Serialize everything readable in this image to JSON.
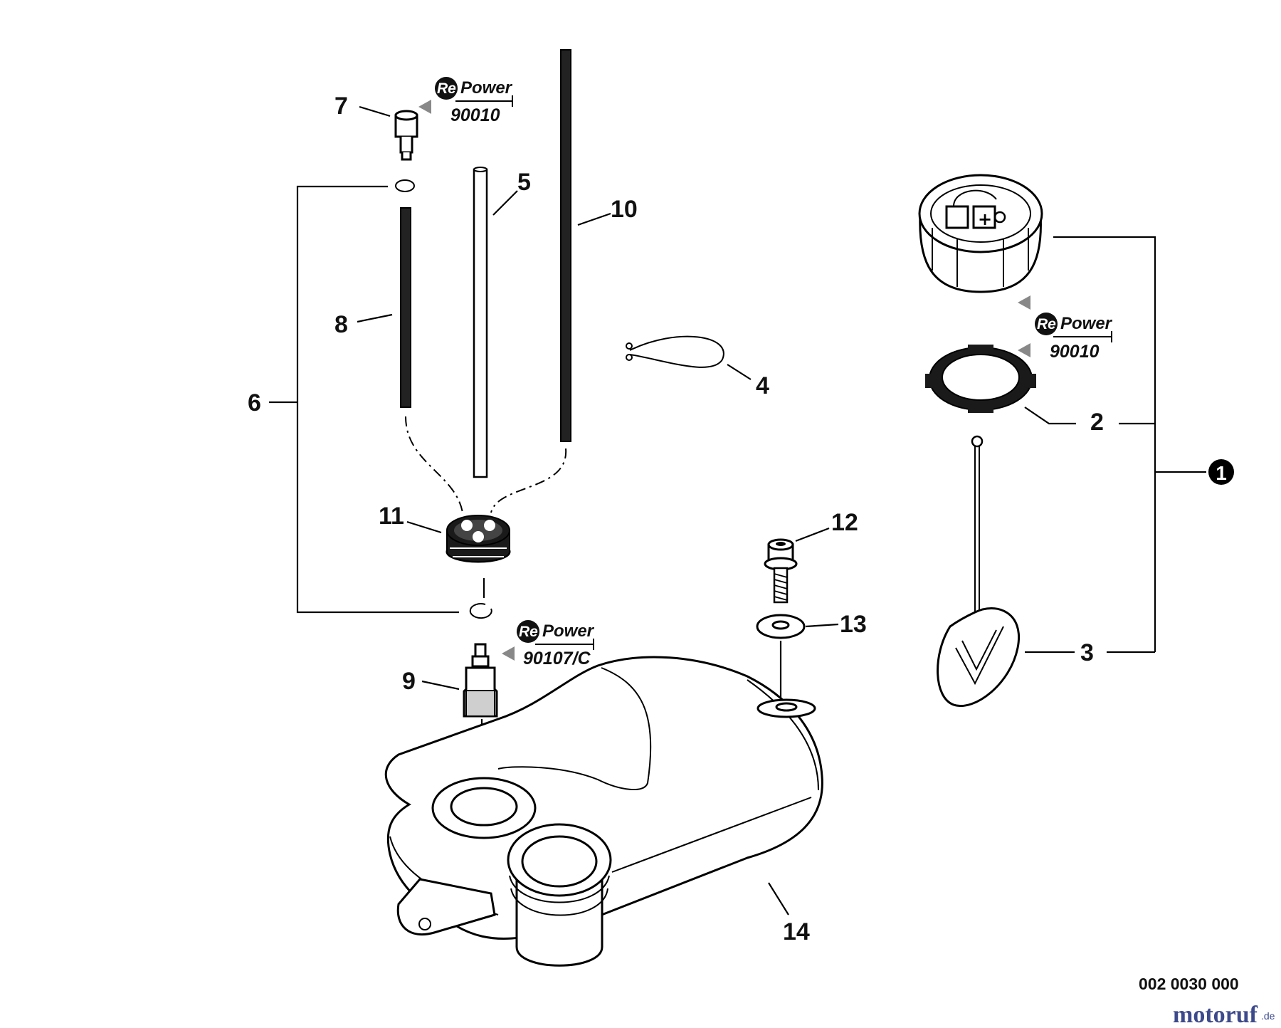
{
  "callouts": {
    "p1": "1",
    "p2": "2",
    "p3": "3",
    "p4": "4",
    "p5": "5",
    "p6": "6",
    "p7": "7",
    "p8": "8",
    "p9": "9",
    "p10": "10",
    "p11": "11",
    "p12": "12",
    "p13": "13",
    "p14": "14"
  },
  "repower_badges": [
    {
      "brand_re": "Re",
      "brand_rest": "Power",
      "code": "90010"
    },
    {
      "brand_re": "Re",
      "brand_rest": "Power",
      "code": "90010"
    },
    {
      "brand_re": "Re",
      "brand_rest": "Power",
      "code": "90107/C"
    }
  ],
  "diagram_ref": "002 0030 000",
  "watermark": {
    "name": "motoruf",
    "tld": ".de"
  },
  "colors": {
    "ink": "#000000",
    "watermark": "#3c4a8c",
    "badge_gray": "#888888"
  }
}
